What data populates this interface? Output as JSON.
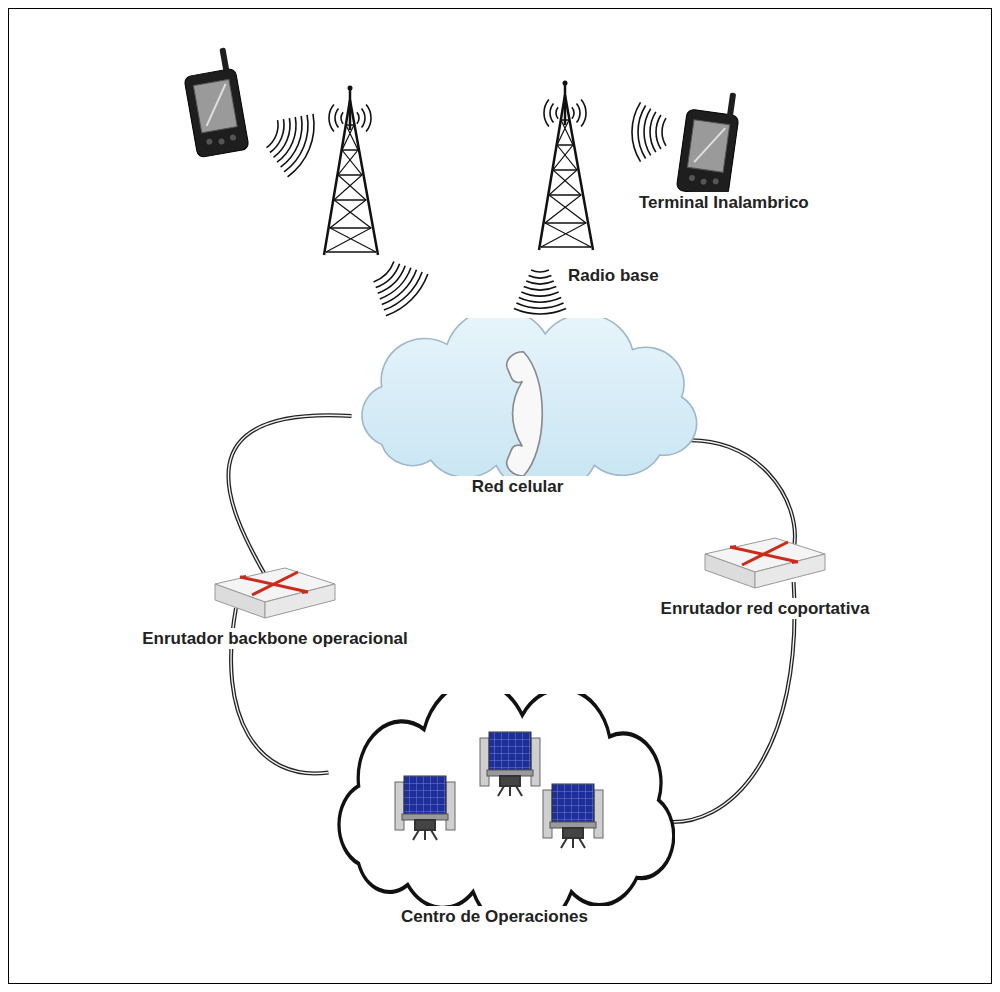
{
  "diagram": {
    "nodes": [
      {
        "text": [
          "Red celular"
        ]
      },
      {
        "text": [
          "Enrutador backbone operacional"
        ]
      },
      {
        "text": [
          "Enrutador red coportativa"
        ]
      },
      {
        "text": [
          "Centro de Operaciones"
        ]
      }
    ],
    "edges": [
      {
        "from": 0,
        "to": 1,
        "arrow": "none"
      },
      {
        "from": 1,
        "to": 3,
        "arrow": "none"
      },
      {
        "from": 0,
        "to": 2,
        "arrow": "none"
      },
      {
        "from": 2,
        "to": 3,
        "arrow": "none"
      }
    ],
    "labels": [
      "Terminal Inalambrico",
      "Radio base"
    ]
  }
}
